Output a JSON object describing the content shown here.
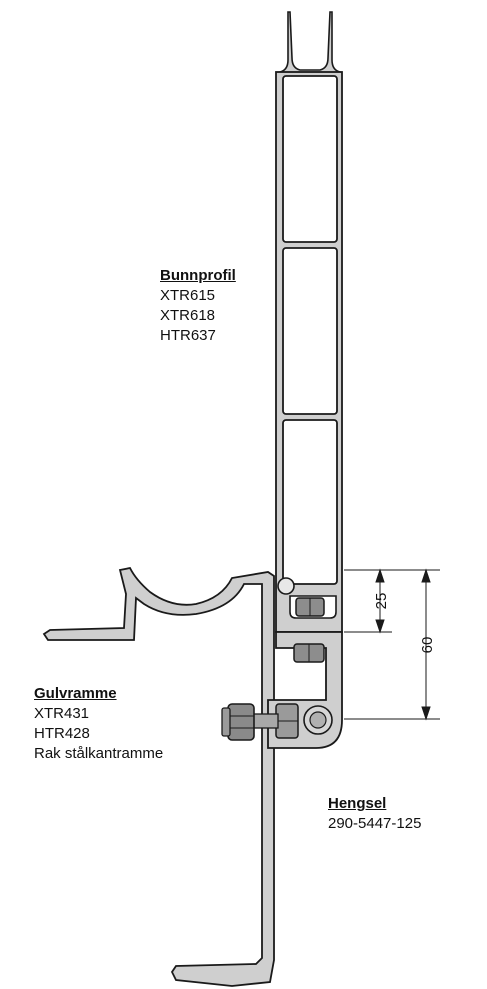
{
  "labels": {
    "bunnprofil": {
      "title": "Bunnprofil",
      "lines": [
        "XTR615",
        "XTR618",
        "HTR637"
      ]
    },
    "gulvramme": {
      "title": "Gulvramme",
      "lines": [
        "XTR431",
        "HTR428",
        "Rak stålkantramme"
      ]
    },
    "hengsel": {
      "title": "Hengsel",
      "lines": [
        "290-5447-125"
      ]
    }
  },
  "dimensions": {
    "short": "25",
    "long": "60"
  },
  "colors": {
    "profile_fill": "#c9c9c9",
    "profile_stroke": "#1a1a1a",
    "bolt_fill": "#9a9a9a"
  }
}
